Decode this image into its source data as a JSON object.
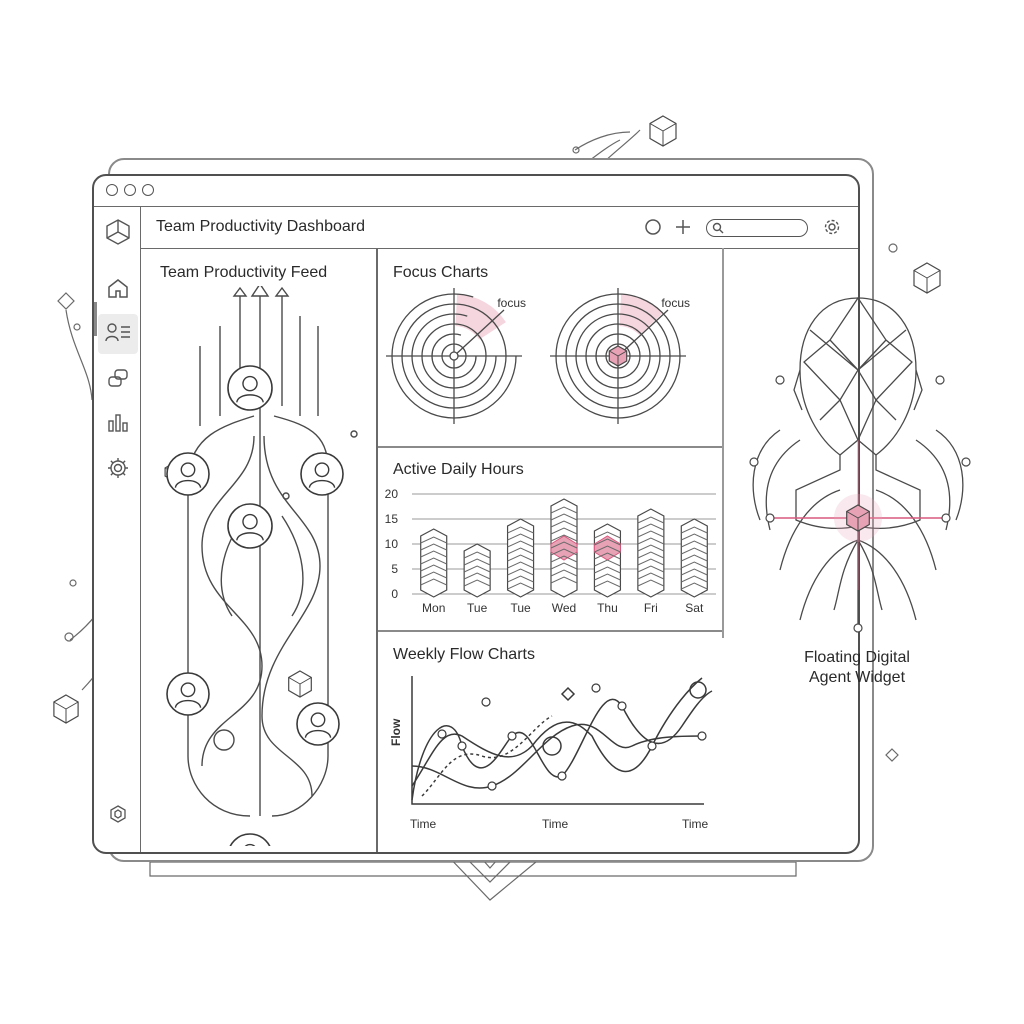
{
  "window": {
    "title": "Team Productivity Dashboard"
  },
  "icons": {
    "sidebar": [
      "home-icon",
      "users-list-icon",
      "chat-icon",
      "bar-chart-icon",
      "gear-icon"
    ],
    "header": [
      "circle-icon",
      "plus-icon",
      "search-icon",
      "settings-gear-icon"
    ]
  },
  "colors": {
    "accent": "#e8a2b6",
    "accent_strong": "#d9587f",
    "line": "#4a4a4a"
  },
  "feed": {
    "title": "Team Productivity Feed"
  },
  "focus": {
    "title": "Focus Charts",
    "charts": [
      {
        "label": "focus",
        "highlight_fraction": 0.15
      },
      {
        "label": "focus",
        "highlight_fraction": 0.12
      }
    ]
  },
  "active_hours": {
    "title": "Active Daily Hours",
    "chart_data": {
      "type": "bar",
      "categories": [
        "Mon",
        "Tue",
        "Tue",
        "Wed",
        "Thu",
        "Fri",
        "Sat"
      ],
      "values": [
        13,
        10,
        15,
        19,
        14,
        17,
        15
      ],
      "highlighted": [
        false,
        false,
        false,
        true,
        true,
        false,
        false
      ],
      "ylim": [
        0,
        20
      ],
      "yticks": [
        0,
        5,
        10,
        15,
        20
      ],
      "grid": true
    }
  },
  "weekly_flow": {
    "title": "Weekly Flow Charts",
    "chart_data": {
      "type": "line",
      "ylabel": "Flow",
      "xticks": [
        "Time",
        "Time",
        "Time"
      ]
    }
  },
  "agent": {
    "label_line1": "Floating Digital",
    "label_line2": "Agent Widget"
  }
}
